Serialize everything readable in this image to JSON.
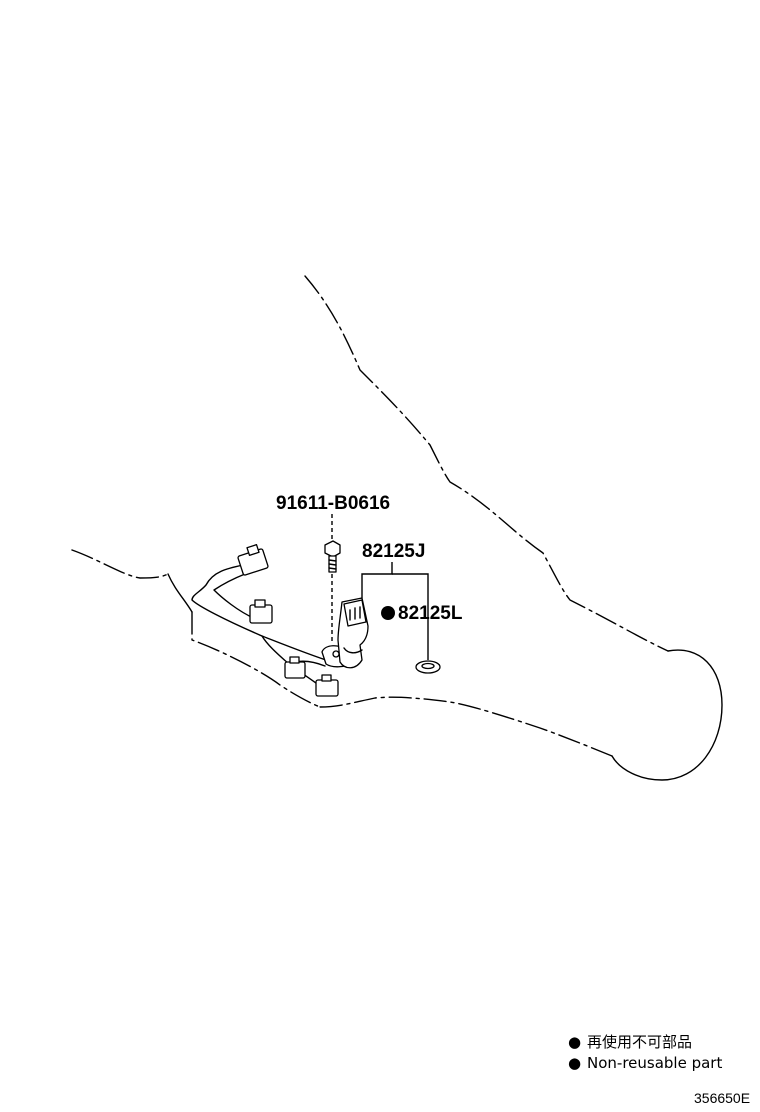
{
  "parts": [
    {
      "id": "bolt",
      "number": "91611-B0616"
    },
    {
      "id": "sensor-harness",
      "number": "82125J"
    },
    {
      "id": "gasket",
      "number": "82125L",
      "non_reusable": true
    }
  ],
  "legend": {
    "marker": "●",
    "line_jp": "再使用不可部品",
    "line_en": "Non-reusable part"
  },
  "drawing_ref": "356650E",
  "colors": {
    "ink": "#000000",
    "paper": "#ffffff"
  }
}
